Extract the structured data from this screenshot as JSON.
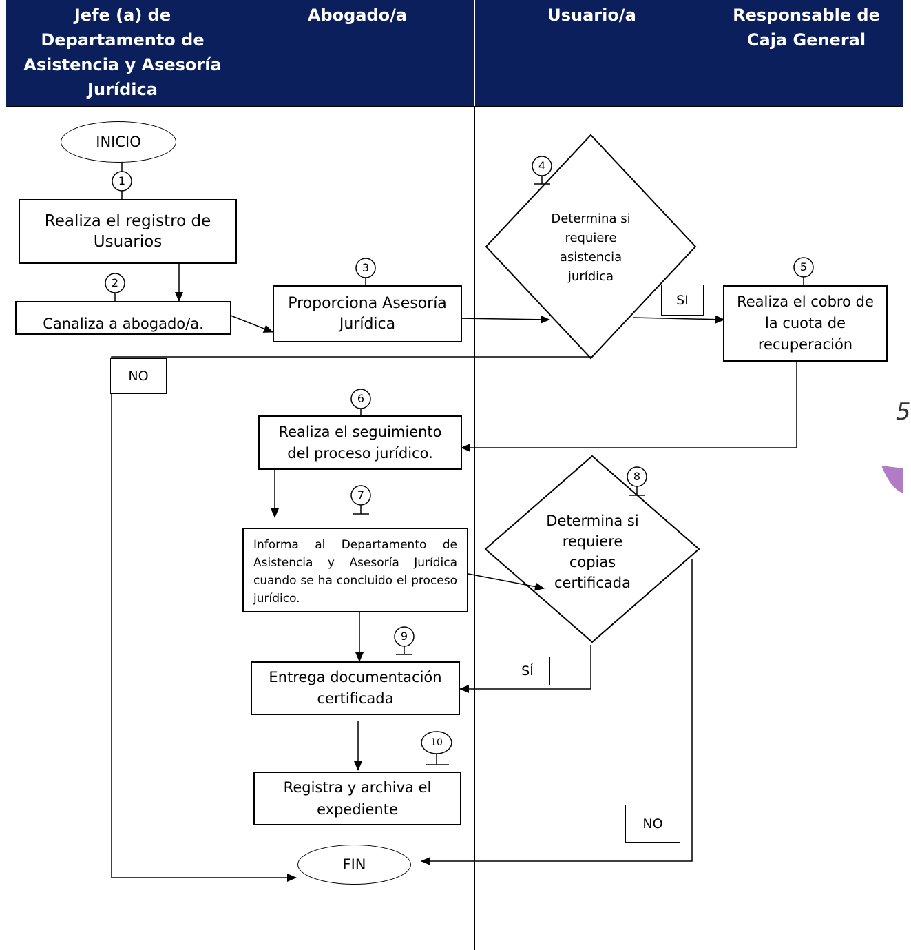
{
  "lanes": [
    {
      "title": "Jefe (a) de Departamento de Asistencia y Asesoría Jurídica"
    },
    {
      "title": "Abogado/a"
    },
    {
      "title": "Usuario/a"
    },
    {
      "title": "Responsable de Caja General"
    }
  ],
  "colors": {
    "header_bg": "#0b1f5c",
    "header_text": "#ffffff",
    "accent_purple": "#b07cc6"
  },
  "nodes": {
    "inicio": "INICIO",
    "fin": "FIN",
    "step1": {
      "num": "1",
      "text": "Realiza el registro de Usuarios"
    },
    "step2": {
      "num": "2",
      "text": "Canaliza a abogado/a."
    },
    "step3": {
      "num": "3",
      "text": "Proporciona Asesoría Jurídica"
    },
    "step4": {
      "num": "4",
      "text": "Determina si requiere asistencia jurídica"
    },
    "step5": {
      "num": "5",
      "text": "Realiza el cobro de la cuota de recuperación"
    },
    "step6": {
      "num": "6",
      "text": "Realiza el seguimiento del proceso jurídico."
    },
    "step7": {
      "num": "7",
      "text": "Informa al Departamento de Asistencia y Asesoría Jurídica cuando se ha concluido el proceso jurídico."
    },
    "step8": {
      "num": "8",
      "text": "Determina si requiere copias certificada"
    },
    "step9": {
      "num": "9",
      "text": "Entrega documentación certificada"
    },
    "step10": {
      "num": "10",
      "text": "Registra y archiva el expediente"
    }
  },
  "branch_labels": {
    "si_4": "SI",
    "no_4": "NO",
    "si_8": "SÍ",
    "no_8": "NO"
  },
  "edge_fragment": "5"
}
